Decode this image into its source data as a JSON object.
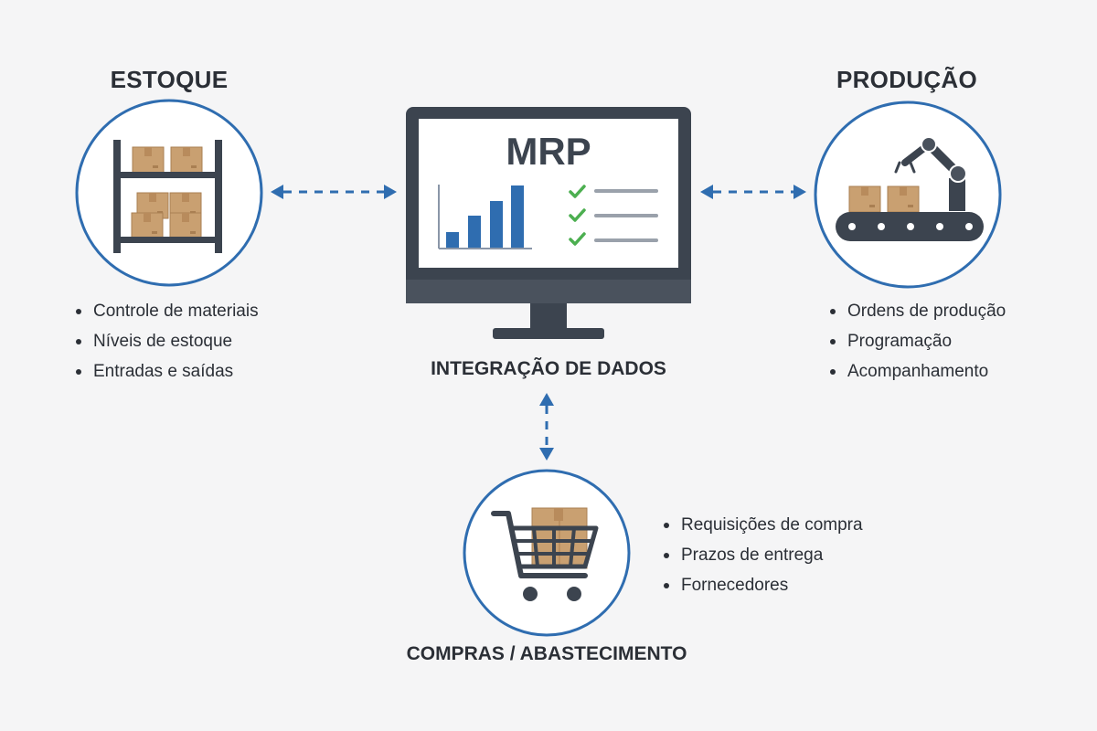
{
  "colors": {
    "background": "#f5f5f6",
    "accent_blue": "#2f6db0",
    "dark": "#3c444f",
    "box": "#c9a071",
    "check_green": "#4caf50"
  },
  "center": {
    "screen_title": "MRP",
    "caption": "INTEGRAÇÃO DE DADOS",
    "icon": "monitor-icon"
  },
  "estoque": {
    "title": "ESTOQUE",
    "icon": "shelf-boxes-icon",
    "items": [
      "Controle de materiais",
      "Níveis de estoque",
      "Entradas e saídas"
    ]
  },
  "producao": {
    "title": "PRODUÇÃO",
    "icon": "robot-arm-conveyor-icon",
    "items": [
      "Ordens de produção",
      "Programação",
      "Acompanhamento"
    ]
  },
  "compras": {
    "title": "COMPRAS / ABASTECIMENTO",
    "icon": "shopping-cart-icon",
    "items": [
      "Requisições de compra",
      "Prazos de entrega",
      "Fornecedores"
    ]
  }
}
